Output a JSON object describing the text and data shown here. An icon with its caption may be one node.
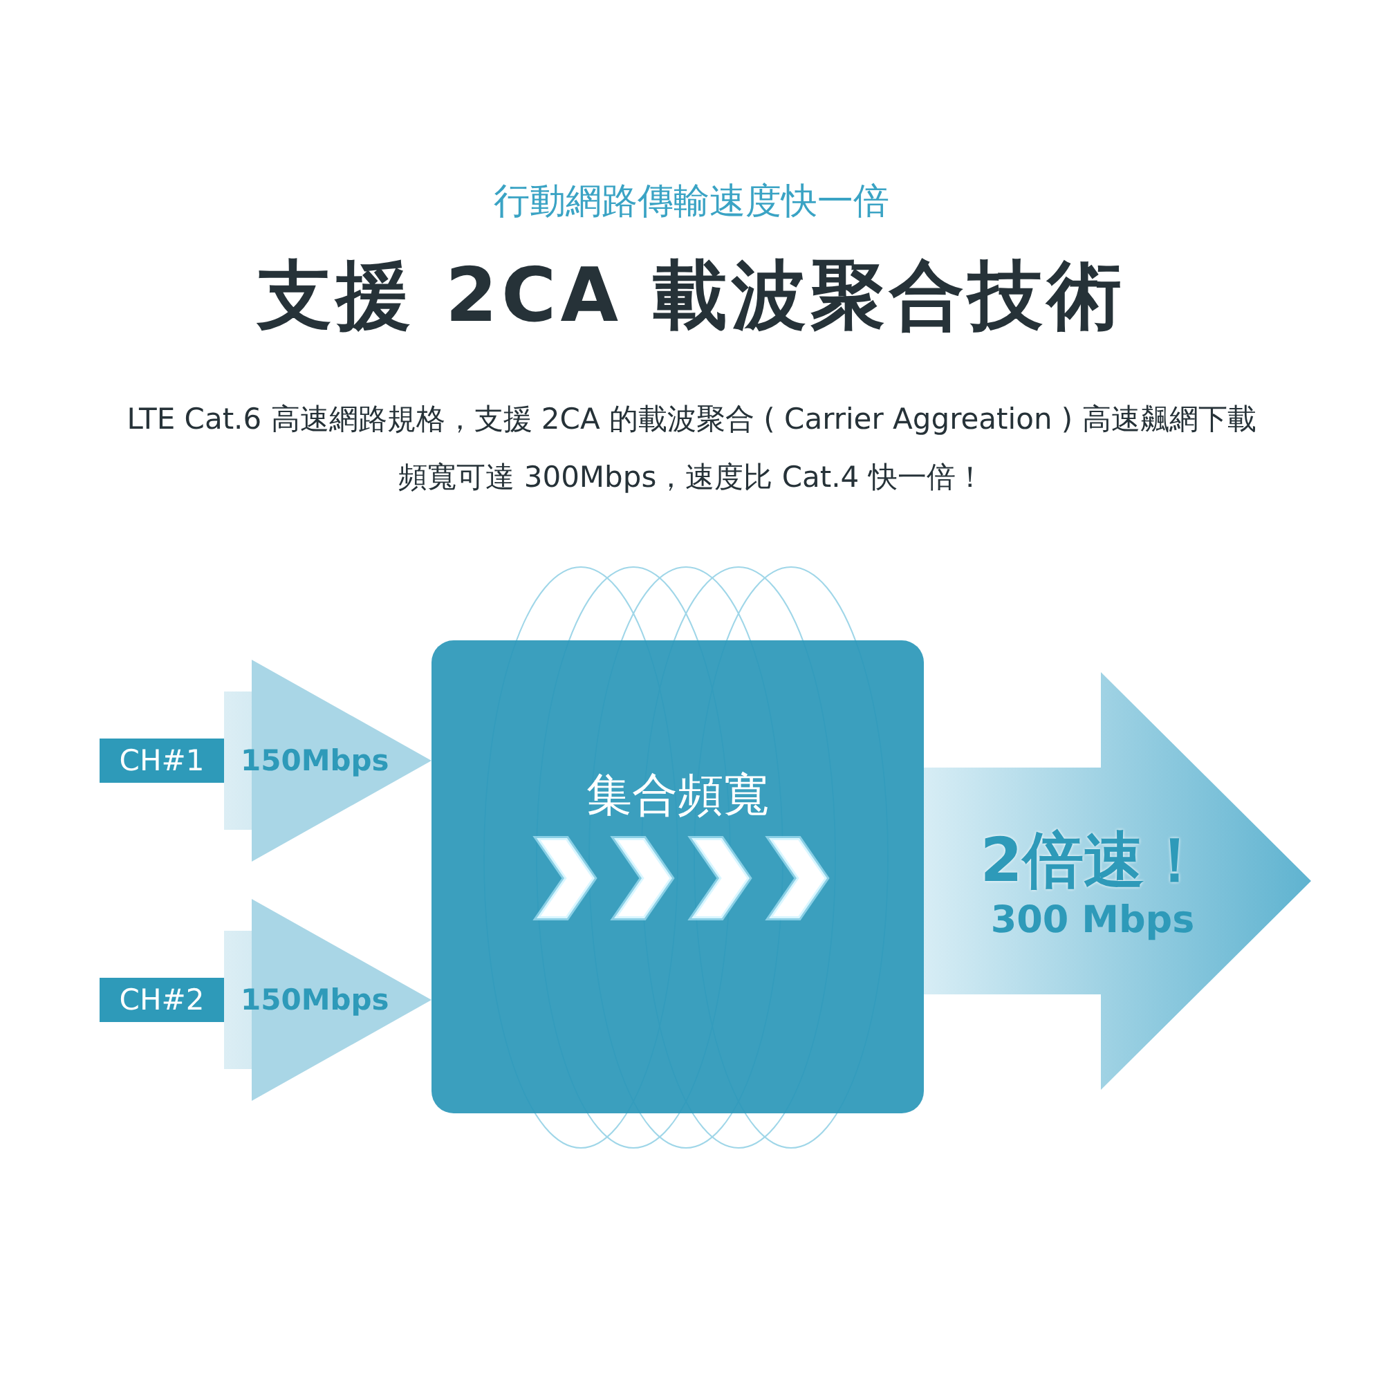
{
  "diagram": {
    "title": "支援 2CA 載波聚合技術",
    "nodes": [
      {
        "text": [
          "CH#1"
        ],
        "beside": [
          "150Mbps"
        ]
      },
      {
        "text": [
          "CH#2"
        ],
        "beside": [
          "150Mbps"
        ]
      },
      {
        "text": [
          "集合頻寬"
        ]
      }
    ],
    "edges": [
      {
        "from": 0,
        "to": 2,
        "arrow": "to"
      },
      {
        "from": 1,
        "to": 2,
        "arrow": "to"
      },
      {
        "from": 2,
        "to": null,
        "arrow": "to"
      }
    ],
    "labels": [
      "行動網路傳輸速度快一倍",
      "LTE Cat.6 高速網路規格，支援 2CA 的載波聚合 ( Carrier Aggreation ) 高速飆網下載頻寬可達 300Mbps，速度比 Cat.4 快一倍！",
      "2倍速！",
      "300 Mbps"
    ]
  }
}
